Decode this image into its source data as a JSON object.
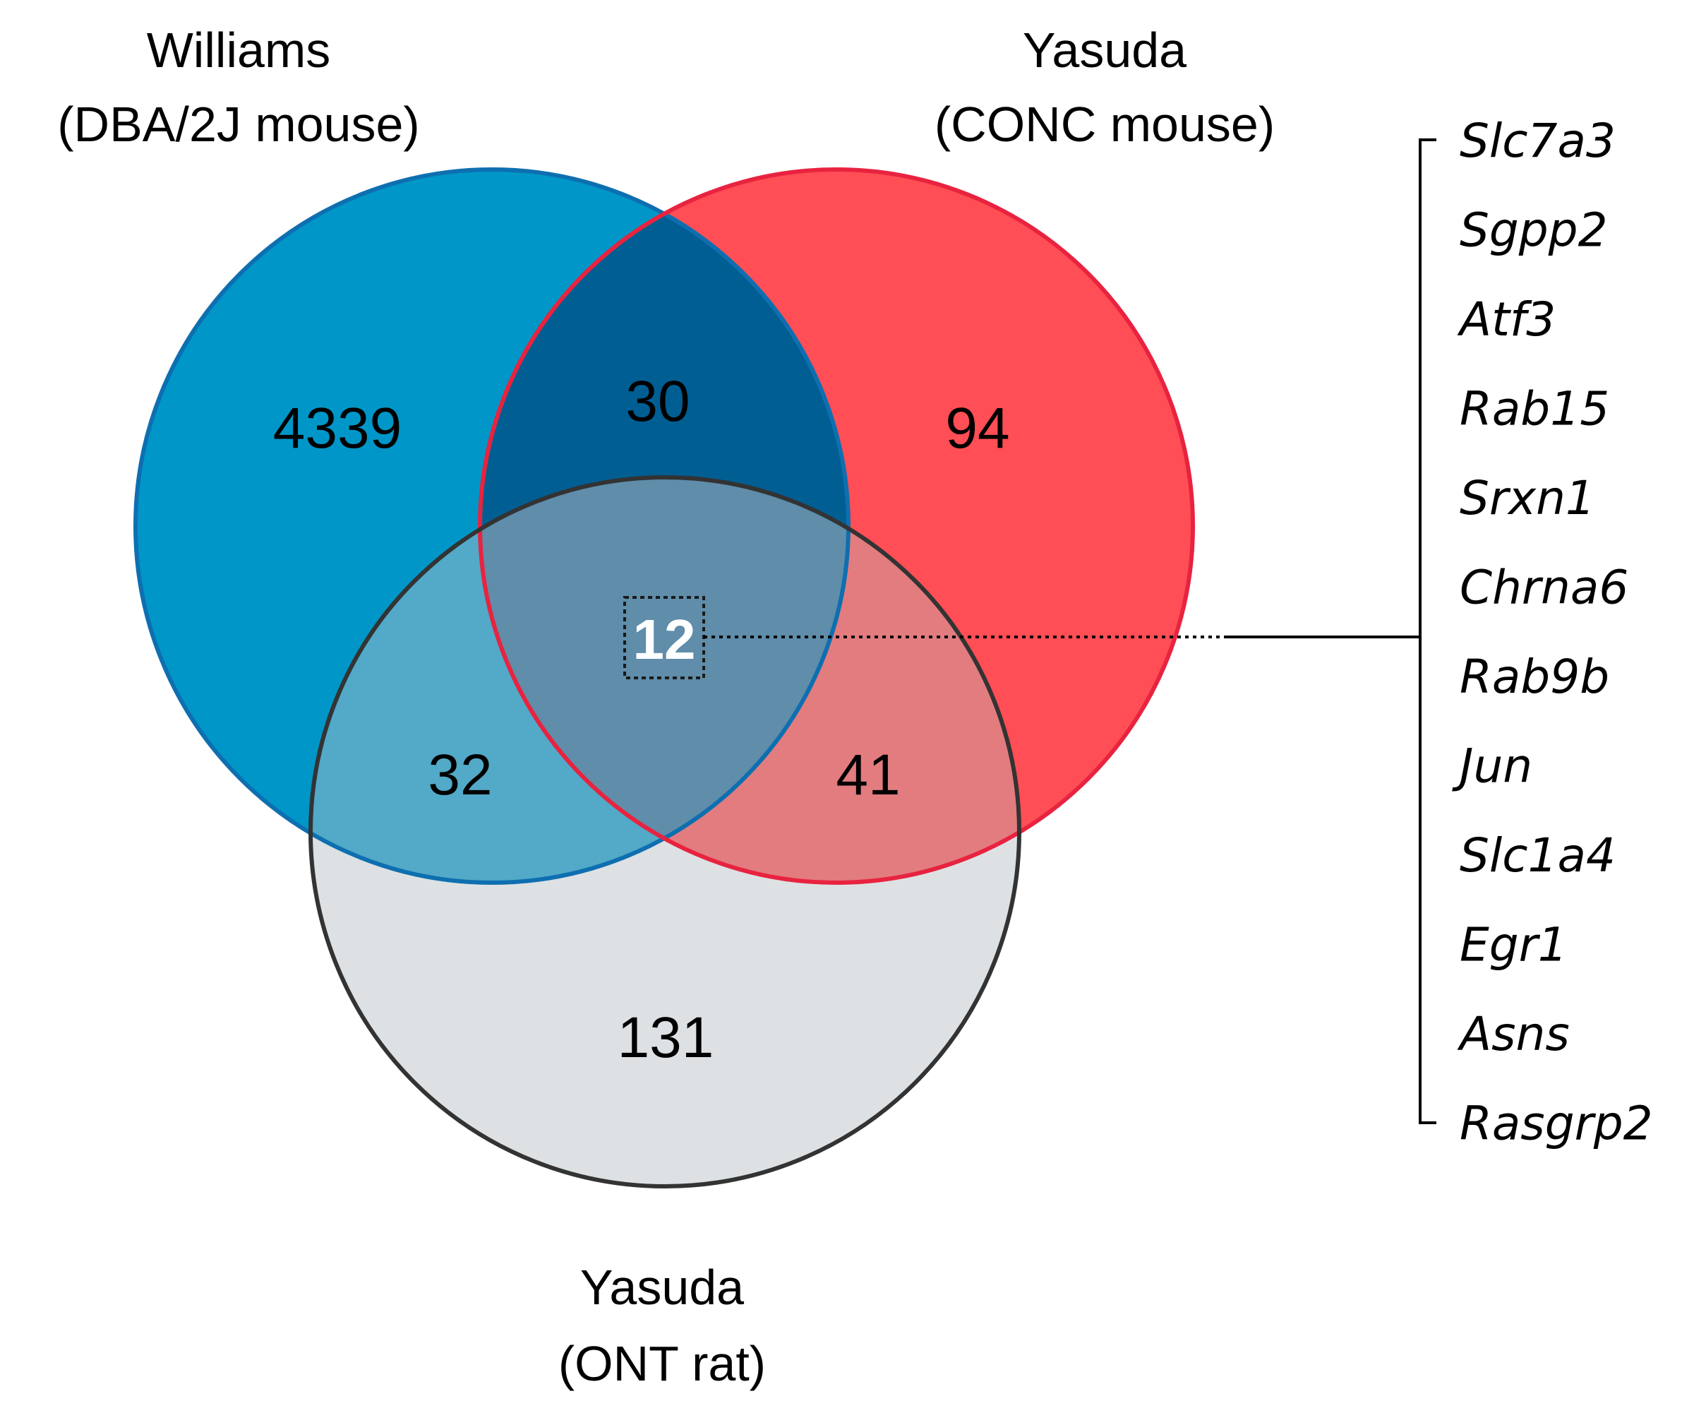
{
  "sets": {
    "williams": {
      "label_line1": "Williams",
      "label_line2": "(DBA/2J mouse)",
      "fill": "#0096C8",
      "stroke": "#0E6FB0"
    },
    "yasuda_conc": {
      "label_line1": "Yasuda",
      "label_line2": "(CONC mouse)",
      "fill": "#FF4E55",
      "stroke": "#E8233F"
    },
    "yasuda_ont": {
      "label_line1": "Yasuda",
      "label_line2": "(ONT rat)",
      "fill": "#DDE1E3",
      "stroke": "#333333"
    }
  },
  "regions": {
    "williams_only": "4339",
    "williams_conc": "30",
    "conc_only": "94",
    "all_three": "12",
    "williams_ont": "32",
    "conc_ont": "41",
    "ont_only": "131"
  },
  "genes": [
    "Slc7a3",
    "Sgpp2",
    "Atf3",
    "Rab15",
    "Srxn1",
    "Chrna6",
    "Rab9b",
    "Jun",
    "Slc1a4",
    "Egr1",
    "Asns",
    "Rasgrp2"
  ]
}
